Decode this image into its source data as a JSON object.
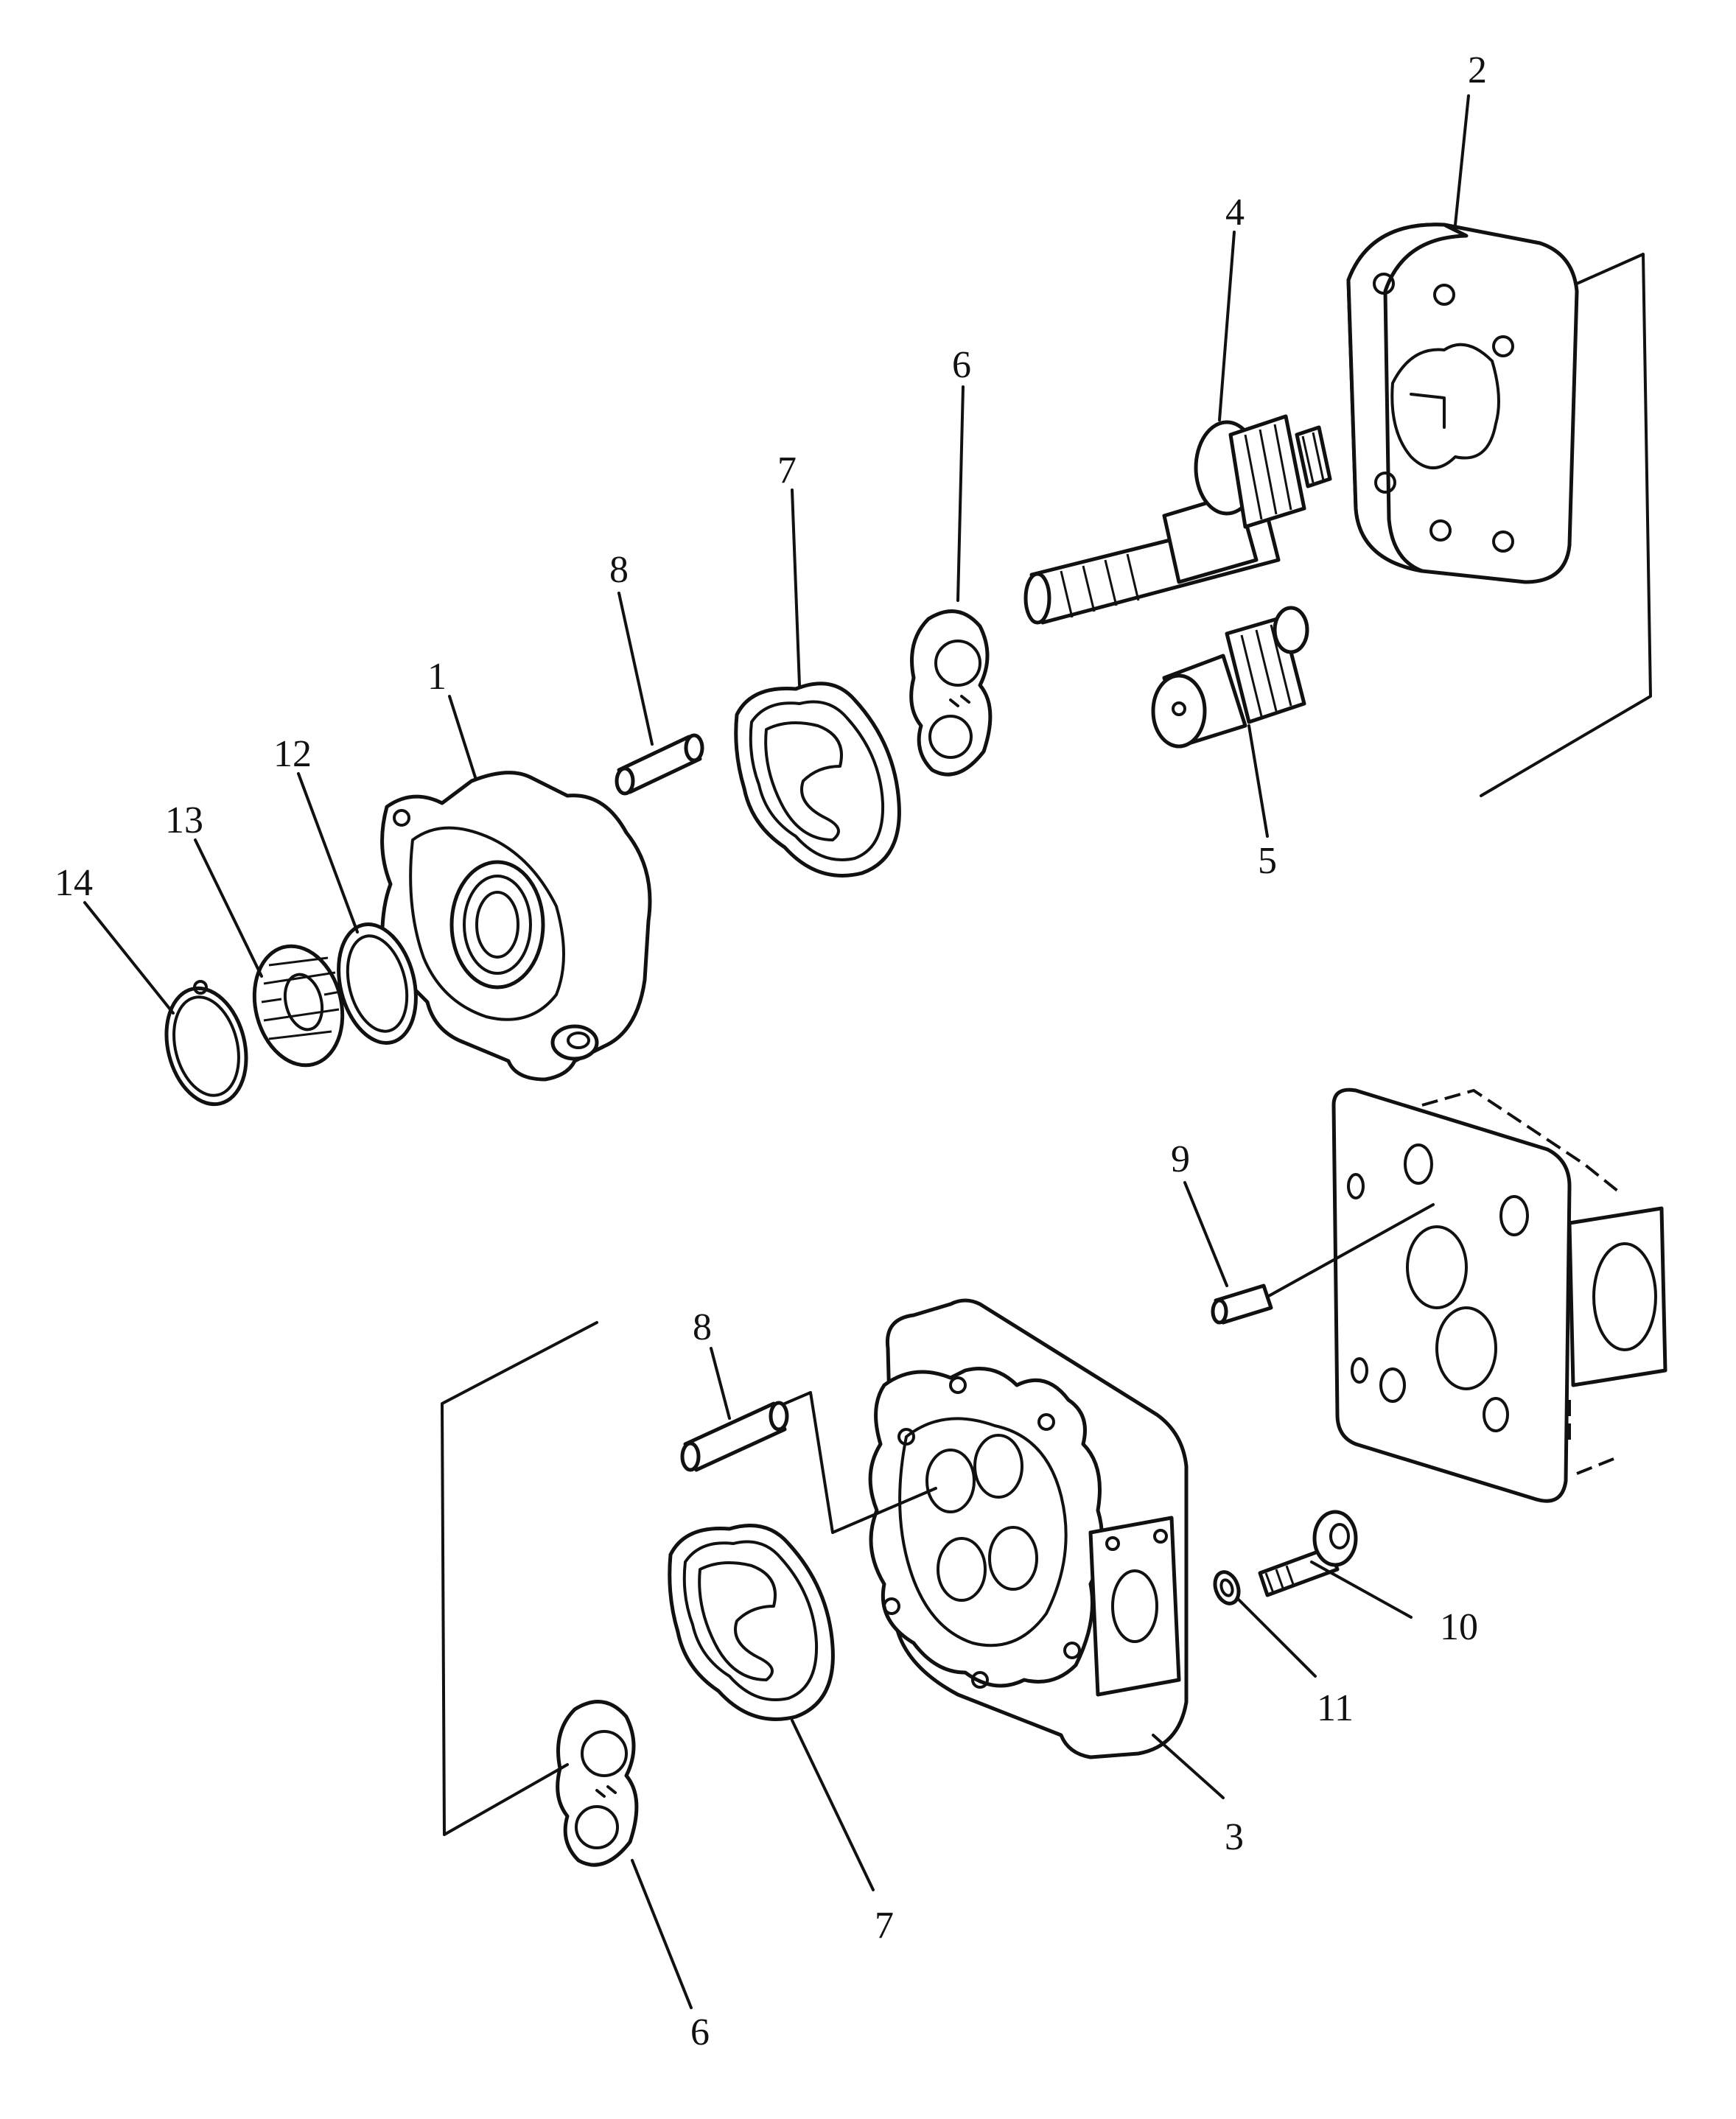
{
  "callouts": [
    {
      "id": "1",
      "text": "1"
    },
    {
      "id": "2",
      "text": "2"
    },
    {
      "id": "3",
      "text": "3"
    },
    {
      "id": "4",
      "text": "4"
    },
    {
      "id": "5",
      "text": "5"
    },
    {
      "id": "6a",
      "text": "6"
    },
    {
      "id": "6b",
      "text": "6"
    },
    {
      "id": "7a",
      "text": "7"
    },
    {
      "id": "7b",
      "text": "7"
    },
    {
      "id": "8a",
      "text": "8"
    },
    {
      "id": "8b",
      "text": "8"
    },
    {
      "id": "9",
      "text": "9"
    },
    {
      "id": "10",
      "text": "10"
    },
    {
      "id": "11",
      "text": "11"
    },
    {
      "id": "12",
      "text": "12"
    },
    {
      "id": "13",
      "text": "13"
    },
    {
      "id": "14",
      "text": "14"
    }
  ],
  "colors": {
    "ink": "#111111",
    "paper": "#ffffff"
  }
}
